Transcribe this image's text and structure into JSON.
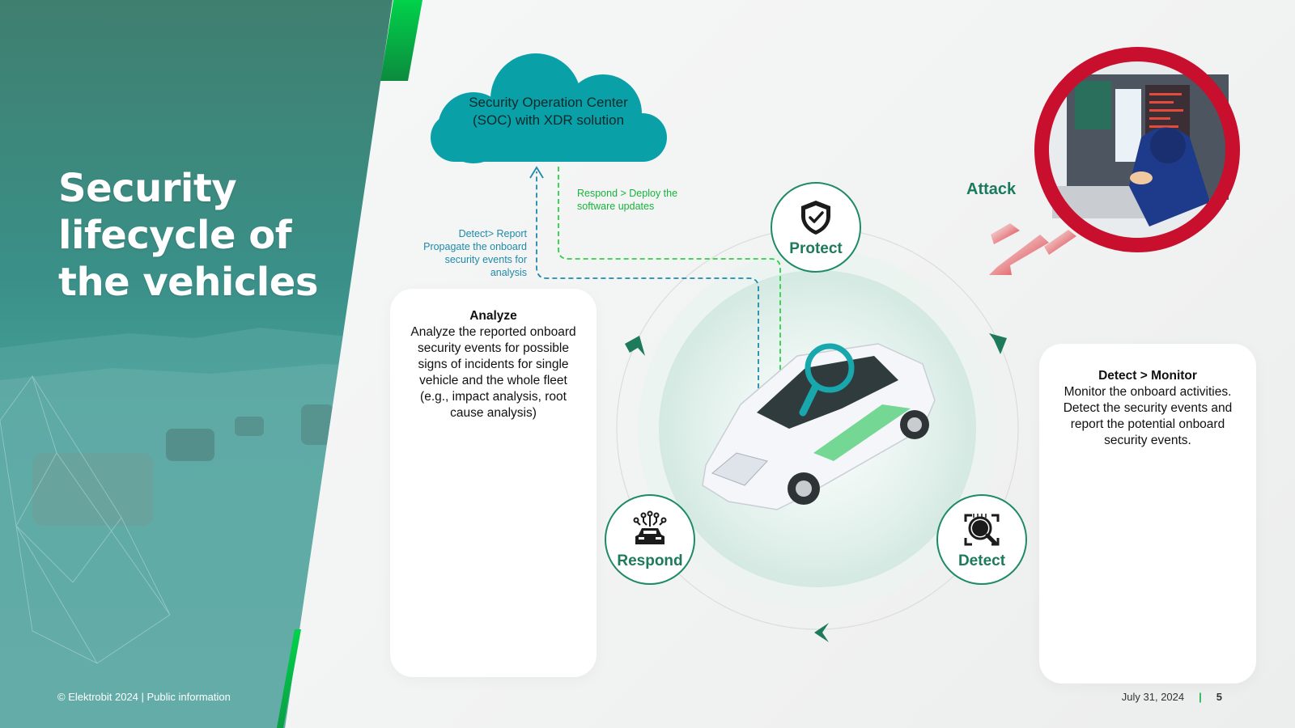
{
  "slide": {
    "title": "Security lifecycle of the vehicles",
    "footer_left": "© Elektrobit 2024 | Public information",
    "date": "July 31, 2024",
    "separator": "|",
    "page_number": "5"
  },
  "cloud": {
    "text": "Security Operation Center (SOC) with XDR solution"
  },
  "flows": {
    "detect_report": "Detect> Report Propagate the onboard security events for analysis",
    "respond_deploy": "Respond > Deploy the software updates"
  },
  "attack": {
    "label": "Attack"
  },
  "nodes": {
    "protect": "Protect",
    "respond": "Respond",
    "detect": "Detect"
  },
  "cards": {
    "analyze": {
      "title": "Analyze",
      "body": "Analyze the reported onboard security events for possible signs of incidents for single vehicle and the whole fleet (e.g., impact analysis, root cause analysis)"
    },
    "detect_monitor": {
      "title": "Detect > Monitor",
      "body": "Monitor the onboard activities. Detect the security events and report the potential onboard security events."
    }
  },
  "colors": {
    "teal_cloud": "#0aa0a8",
    "node_green": "#1d7a5a",
    "flow_blue": "#1f8aa8",
    "flow_green": "#17b33d",
    "attack_red": "#c8102e",
    "stripe_green": "#00d24a"
  },
  "icons": [
    "shield-check-icon",
    "car-network-icon",
    "face-scan-search-icon",
    "magnifier-icon",
    "hacker-illustration"
  ]
}
